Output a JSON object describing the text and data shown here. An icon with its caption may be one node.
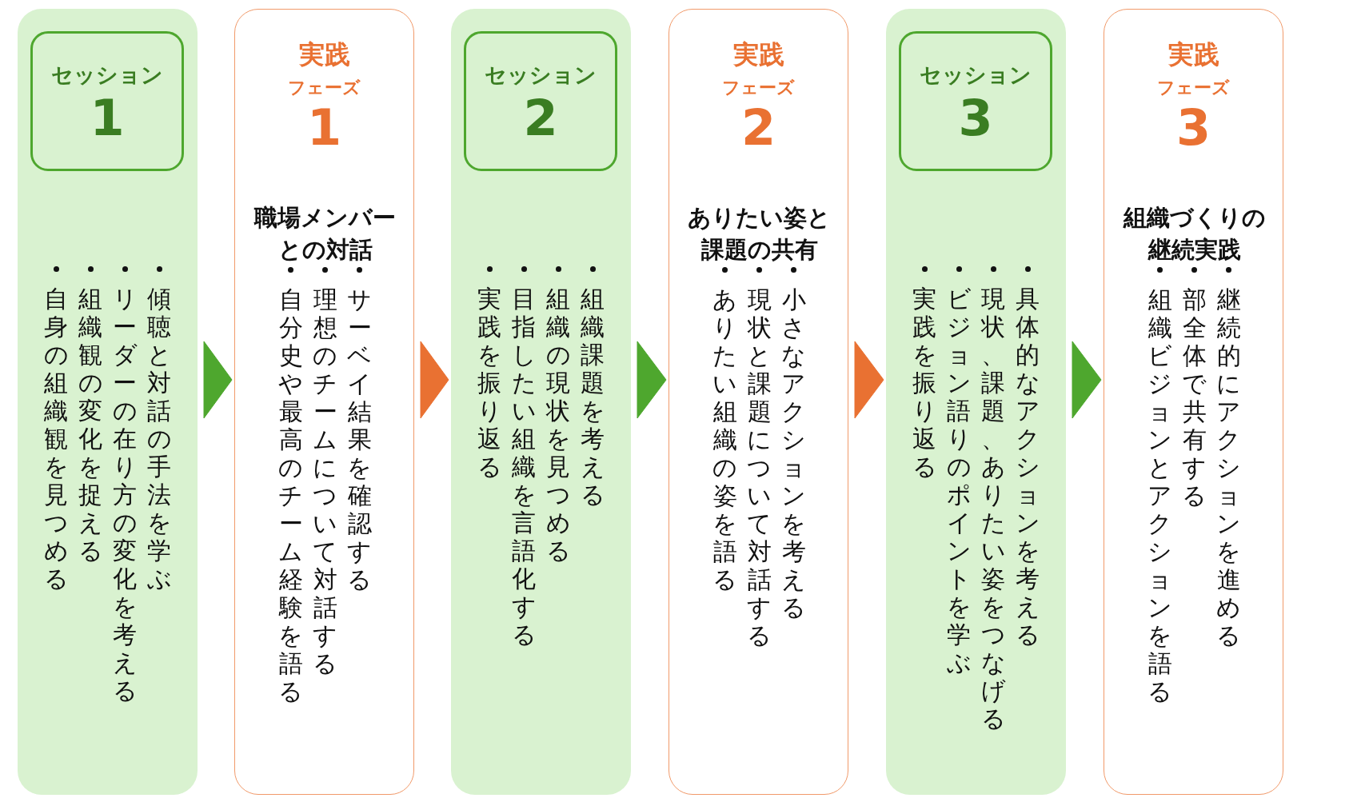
{
  "diagram": {
    "nodes": [
      {
        "text": [
          "傾聴と対話の手法を学ぶ",
          "リーダーの在り方の変化を考える",
          "組織観の変化を捉える",
          "自身の組織観を見つめる"
        ]
      },
      {
        "text": [
          "セッション",
          "1"
        ],
        "in": 0
      },
      {
        "text": [
          "実践",
          "フェーズ",
          "1",
          "職場メンバーとの対話",
          "サーベイ結果を確認する",
          "理想のチームについて対話する",
          "自分史や最高のチーム経験を語る"
        ]
      },
      {
        "text": [
          "組織課題を考える",
          "組織の現状を見つめる",
          "目指したい組織を言語化する",
          "実践を振り返る"
        ]
      },
      {
        "text": [
          "セッション",
          "2"
        ],
        "in": 3
      },
      {
        "text": [
          "実践",
          "フェーズ",
          "2",
          "ありたい姿と課題の共有",
          "小さなアクションを考える",
          "現状と課題について対話する",
          "ありたい組織の姿を語る"
        ]
      },
      {
        "text": [
          "具体的なアクションを考える",
          "現状、課題、ありたい姿をつなげる",
          "ビジョン語りのポイントを学ぶ",
          "実践を振り返る"
        ]
      },
      {
        "text": [
          "セッション",
          "3"
        ],
        "in": 6
      },
      {
        "text": [
          "実践",
          "フェーズ",
          "3",
          "組織づくりの継続実践",
          "継続的にアクションを進める",
          "部全体で共有する",
          "組織ビジョンとアクションを語る"
        ]
      }
    ],
    "edges": [
      {
        "from": 0,
        "to": 2,
        "arrow": "to",
        "color": "#4ea72e"
      },
      {
        "from": 2,
        "to": 3,
        "arrow": "to",
        "color": "#e97132"
      },
      {
        "from": 3,
        "to": 5,
        "arrow": "to",
        "color": "#4ea72e"
      },
      {
        "from": 5,
        "to": 6,
        "arrow": "to",
        "color": "#e97132"
      },
      {
        "from": 6,
        "to": 8,
        "arrow": "to",
        "color": "#4ea72e"
      }
    ]
  }
}
